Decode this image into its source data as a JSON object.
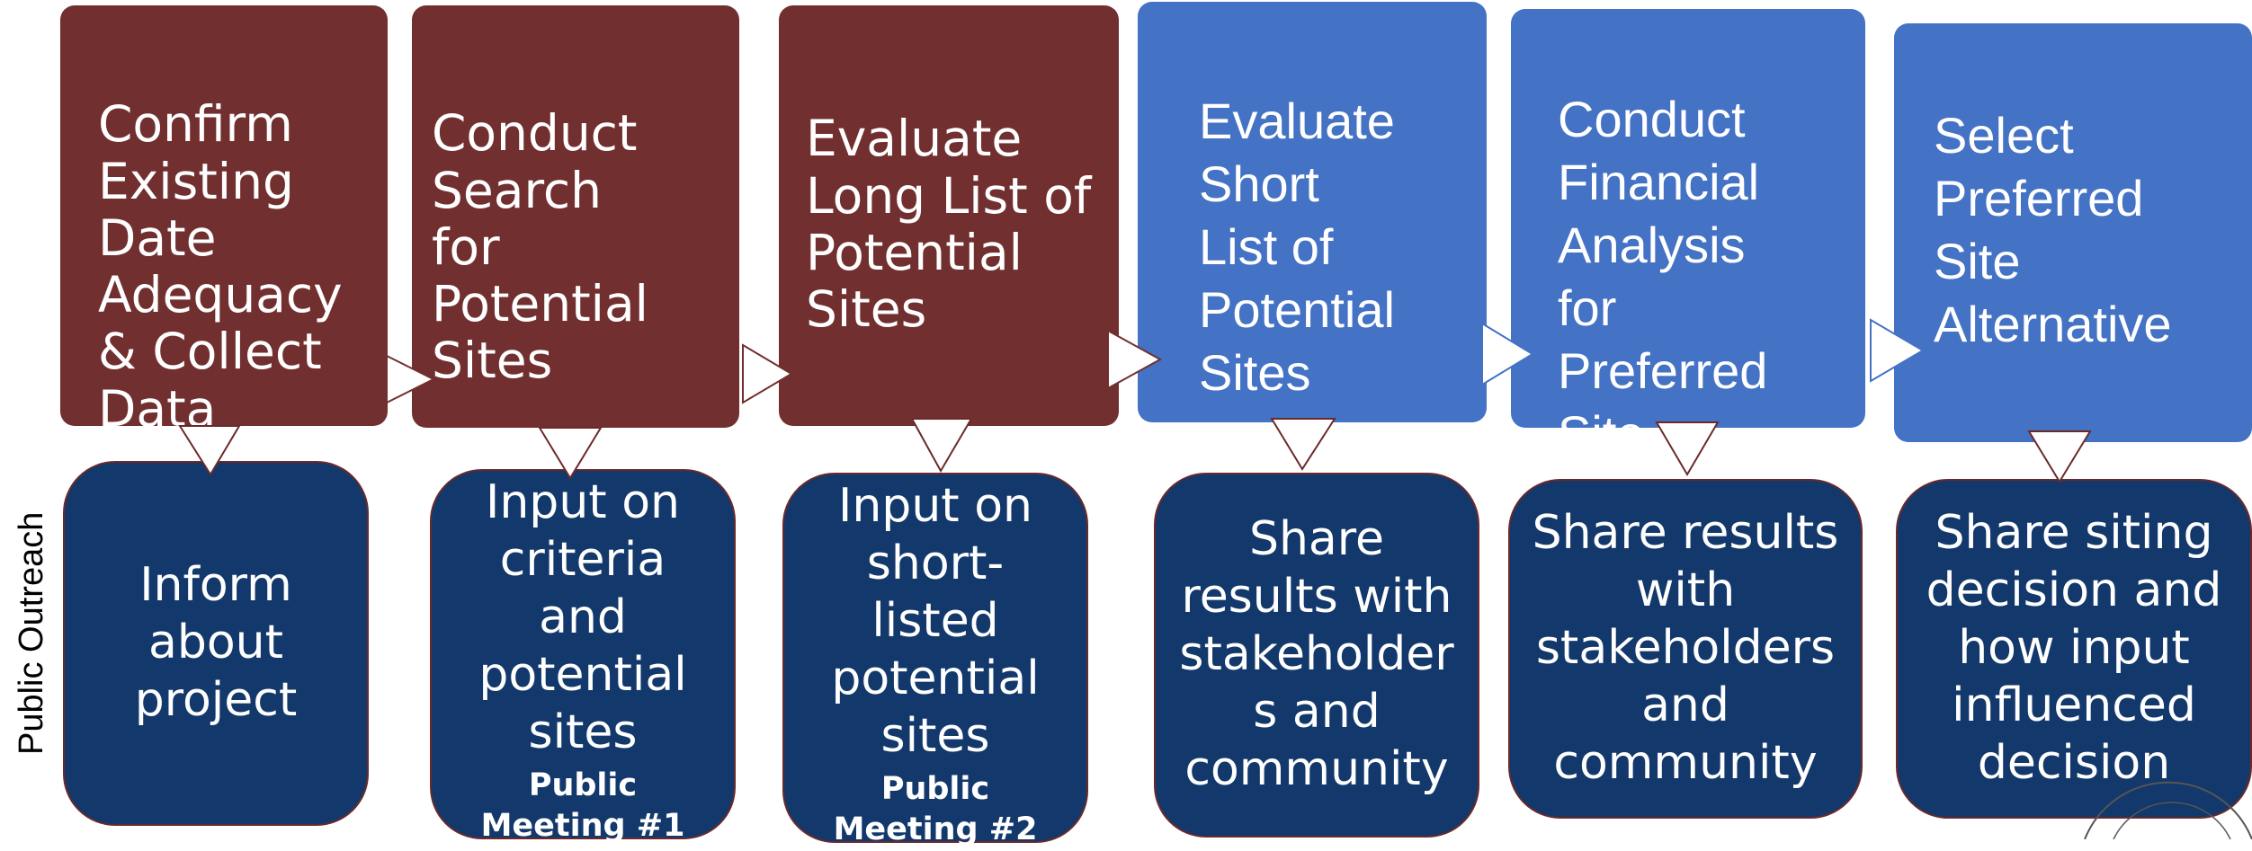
{
  "colors": {
    "early_step": "#722f2f",
    "late_step": "#4472c4",
    "outreach_box": "#13386b",
    "outreach_border": "#6b2a2a",
    "arrow_fill": "#ffffff"
  },
  "side_label": "Public Outreach",
  "steps": [
    {
      "label": "Confirm\nExisting\nDate\nAdequacy\n& Collect\nData"
    },
    {
      "label": "Conduct\nSearch\nfor\nPotential\nSites"
    },
    {
      "label": "Evaluate\nLong List of\nPotential\nSites"
    },
    {
      "label": "Evaluate\nShort\nList of\nPotential\nSites"
    },
    {
      "label": "Conduct\nFinancial\nAnalysis\nfor\nPreferred\nSite"
    },
    {
      "label": "Select\nPreferred\nSite\nAlternative"
    }
  ],
  "outreach": [
    {
      "text": "Inform\nabout\nproject",
      "meeting": ""
    },
    {
      "text": "Input on\ncriteria\nand\npotential\nsites",
      "meeting": "Public\nMeeting #1"
    },
    {
      "text": "Input on\nshort-\nlisted\npotential\nsites",
      "meeting": "Public\nMeeting #2"
    },
    {
      "text": "Share\nresults with\nstakeholder\ns and\ncommunity",
      "meeting": ""
    },
    {
      "text": "Share results\nwith\nstakeholders\nand\ncommunity",
      "meeting": ""
    },
    {
      "text": "Share siting\ndecision and\nhow input\ninfluenced\ndecision",
      "meeting": ""
    }
  ]
}
